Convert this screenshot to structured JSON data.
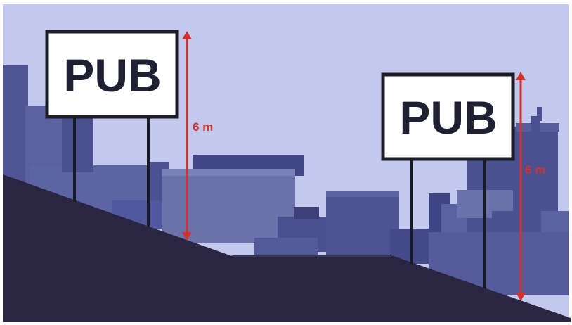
{
  "scene": {
    "colors": {
      "sky": "#c3c8ed",
      "ground": "#2a2540",
      "city_far": "#565c9c",
      "city_mid": "#4a5090",
      "city_near": "#3d427a",
      "city_light": "#6b72ab",
      "sign_face": "#ffffff",
      "sign_border": "#1c1c28",
      "sign_text": "#1f2133",
      "arrow": "#d2312c"
    },
    "billboards": [
      {
        "label": "PUB",
        "height_label": "6 m"
      },
      {
        "label": "PUB",
        "height_label": "6 m"
      }
    ]
  }
}
